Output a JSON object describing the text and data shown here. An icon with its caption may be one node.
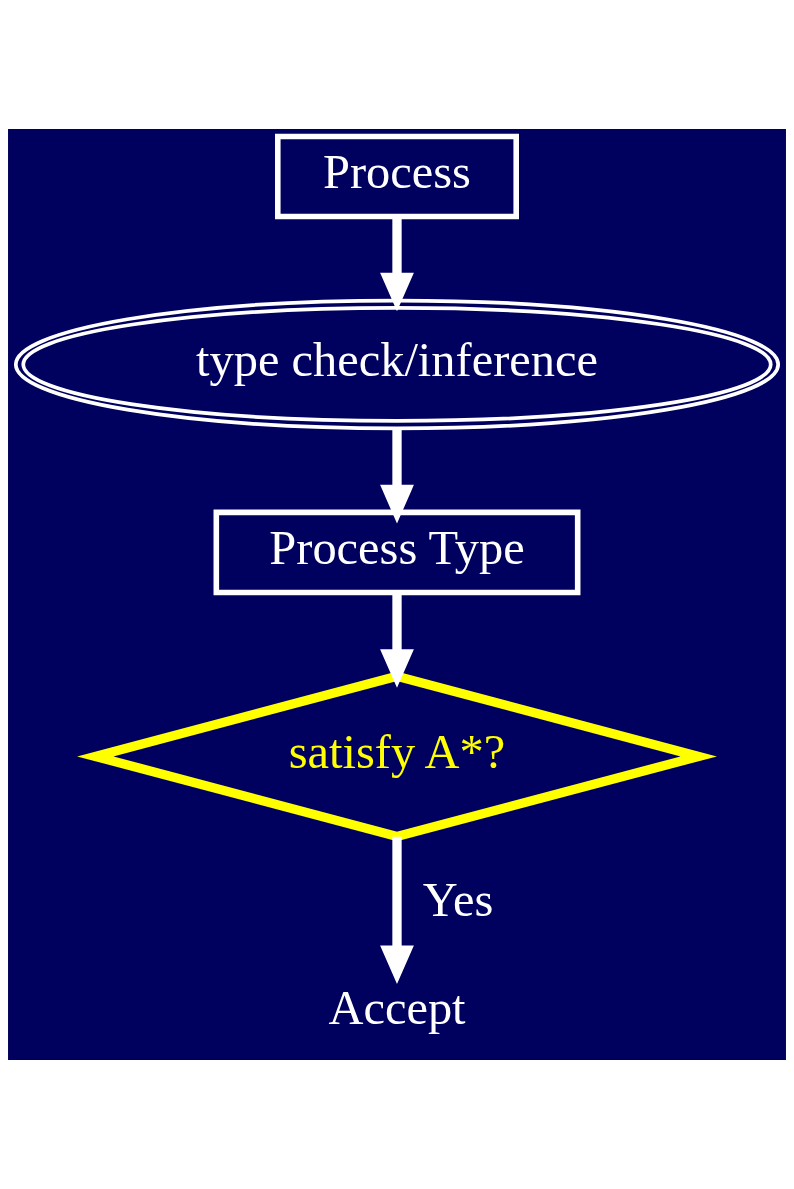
{
  "diagram": {
    "nodes": [
      {
        "text": [
          "Process"
        ]
      },
      {
        "text": [
          "type check/inference"
        ]
      },
      {
        "text": [
          "Process Type"
        ]
      },
      {
        "text": [
          "satisfy A*?"
        ]
      },
      {
        "text": [
          "Accept"
        ]
      }
    ],
    "edges": [
      {
        "from": 0,
        "to": 1,
        "arrow": "to"
      },
      {
        "from": 1,
        "to": 2,
        "arrow": "to"
      },
      {
        "from": 2,
        "to": 3,
        "arrow": "to"
      },
      {
        "from": 3,
        "to": 4,
        "arrow": "to",
        "label": "Yes"
      }
    ]
  }
}
